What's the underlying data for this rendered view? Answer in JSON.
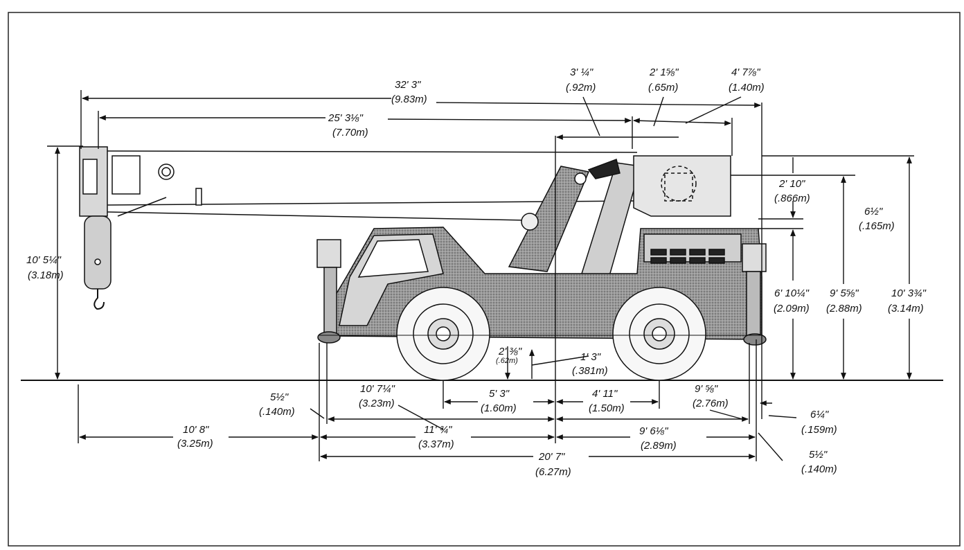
{
  "dimensions": {
    "overall_length": {
      "imperial": "32' 3\"",
      "metric": "(9.83m)"
    },
    "boom_length": {
      "imperial": "25' 3⅛\"",
      "metric": "(7.70m)"
    },
    "boom_pivot_offset": {
      "imperial": "3' ¼\"",
      "metric": "(.92m)"
    },
    "cab_top_width": {
      "imperial": "2' 1⅝\"",
      "metric": "(.65m)"
    },
    "rear_overhang_top": {
      "imperial": "4' 7⅞\"",
      "metric": "(1.40m)"
    },
    "boom_head_height": {
      "imperial": "10' 5¼\"",
      "metric": "(3.18m)"
    },
    "counterweight_height": {
      "imperial": "2' 10\"",
      "metric": "(.866m)"
    },
    "deck_gap": {
      "imperial": "6½\"",
      "metric": "(.165m)"
    },
    "deck_height": {
      "imperial": "6' 10¼\"",
      "metric": "(2.09m)"
    },
    "cab_height": {
      "imperial": "9' 5⅝\"",
      "metric": "(2.88m)"
    },
    "overall_height": {
      "imperial": "10' 3¾\"",
      "metric": "(3.14m)"
    },
    "ground_clearance_axle": {
      "imperial": "2' ⅜\"",
      "metric": "(.62m)"
    },
    "ground_clearance_center": {
      "imperial": "1' 3\"",
      "metric": "(.381m)"
    },
    "front_wheel_to_center": {
      "imperial": "5' 3\"",
      "metric": "(1.60m)"
    },
    "center_to_rear_wheel": {
      "imperial": "4' 11\"",
      "metric": "(1.50m)"
    },
    "front_to_center": {
      "imperial": "10' 7¼\"",
      "metric": "(3.23m)"
    },
    "center_to_rear": {
      "imperial": "9' ⅝\"",
      "metric": "(2.76m)"
    },
    "front_outrigger_offset": {
      "imperial": "5½\"",
      "metric": "(.140m)"
    },
    "rear_outrigger_offset_top": {
      "imperial": "6¼\"",
      "metric": "(.159m)"
    },
    "boom_overhang": {
      "imperial": "10' 8\"",
      "metric": "(3.25m)"
    },
    "front_outrigger_to_center": {
      "imperial": "11' ¾\"",
      "metric": "(3.37m)"
    },
    "center_to_rear_outrigger": {
      "imperial": "9' 6⅛\"",
      "metric": "(2.89m)"
    },
    "overall_base_length": {
      "imperial": "20' 7\"",
      "metric": "(6.27m)"
    },
    "rear_outrigger_offset_bottom": {
      "imperial": "5½\"",
      "metric": "(.140m)"
    }
  }
}
